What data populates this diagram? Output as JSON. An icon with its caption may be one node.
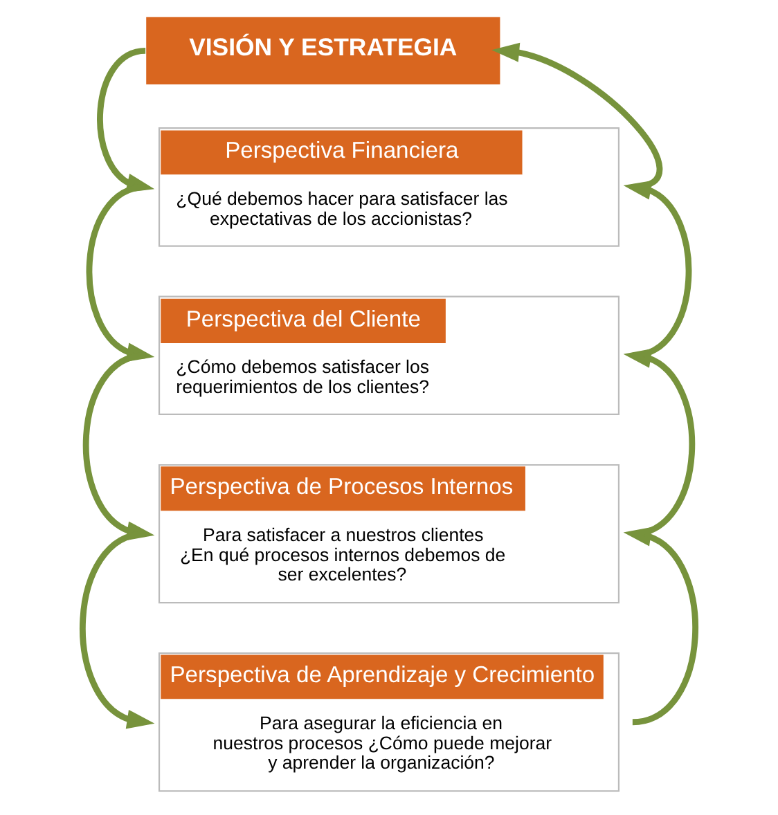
{
  "diagram": {
    "nodes": [
      {
        "text": [
          "VISIÓN Y ESTRATEGIA"
        ]
      },
      {
        "text": [
          "Perspectiva Financiera",
          "¿Qué debemos hacer para satisfacer las expectativas de los accionistas?"
        ]
      },
      {
        "text": [
          "Perspectiva del Cliente",
          "¿Cómo debemos satisfacer los requerimientos de los clientes?"
        ]
      },
      {
        "text": [
          "Perspectiva de Procesos Internos",
          "Para satisfacer a nuestros clientes ¿En qué procesos internos debemos de ser excelentes?"
        ]
      },
      {
        "text": [
          "Perspectiva de Aprendizaje y Crecimiento",
          "Para asegurar la eficiencia en nuestros procesos ¿Cómo puede mejorar y aprender la organización?"
        ]
      }
    ],
    "edges": [
      {
        "from": 0,
        "to": 1,
        "arrow": "to"
      },
      {
        "from": 1,
        "to": 0,
        "arrow": "to"
      },
      {
        "from": 1,
        "to": 2,
        "arrow": "to"
      },
      {
        "from": 2,
        "to": 1,
        "arrow": "to"
      },
      {
        "from": 2,
        "to": 3,
        "arrow": "to"
      },
      {
        "from": 3,
        "to": 2,
        "arrow": "to"
      },
      {
        "from": 3,
        "to": 4,
        "arrow": "to"
      },
      {
        "from": 4,
        "to": 3,
        "arrow": "to"
      }
    ]
  }
}
